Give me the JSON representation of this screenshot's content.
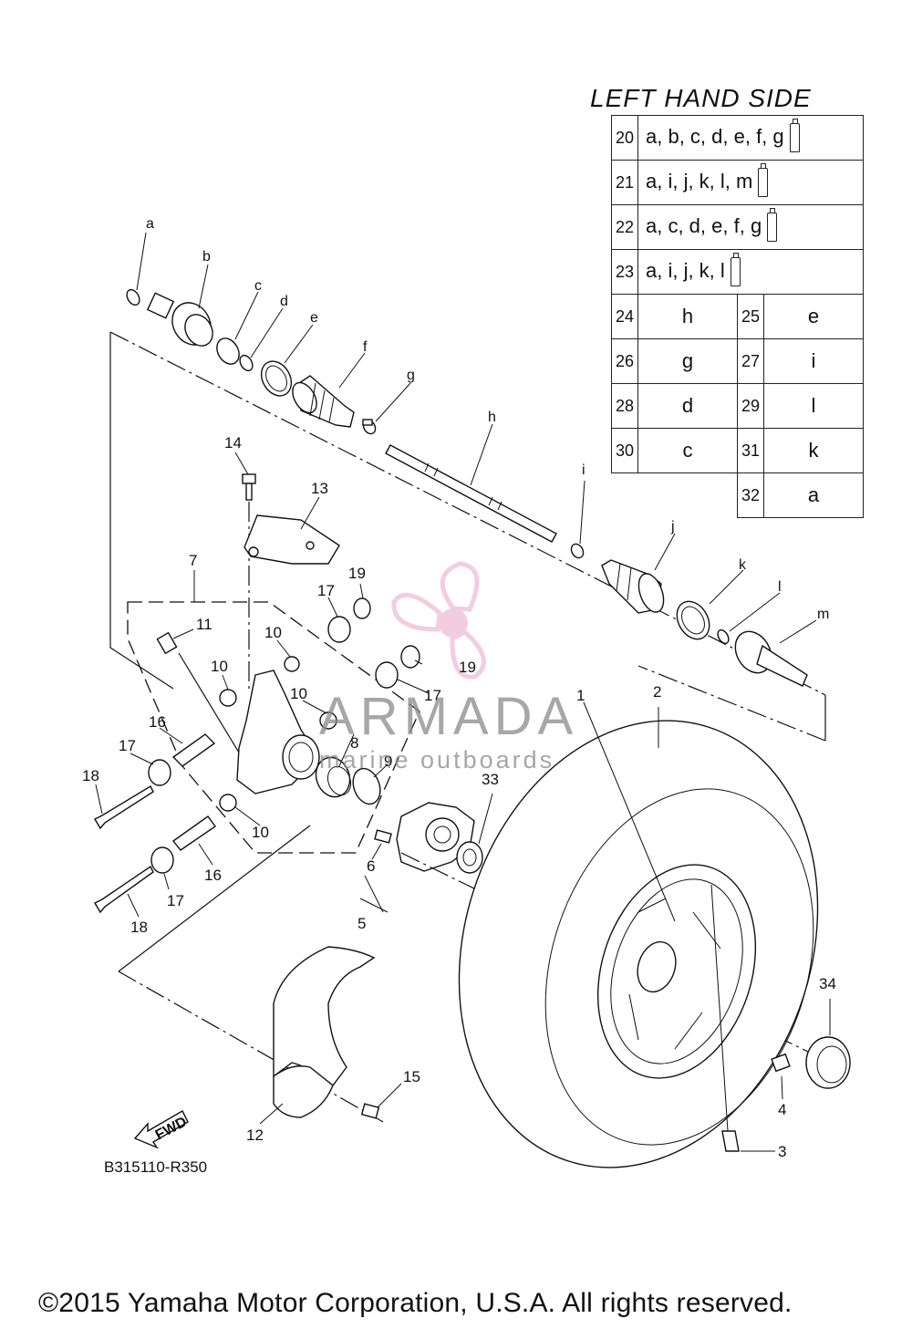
{
  "legend": {
    "title": "LEFT HAND SIDE",
    "rows_wide": [
      {
        "num": "20",
        "value": "a, b, c, d, e, f, g"
      },
      {
        "num": "21",
        "value": "a, i, j, k, l, m"
      },
      {
        "num": "22",
        "value": "a, c, d, e, f, g"
      },
      {
        "num": "23",
        "value": "a, i, j, k, l"
      }
    ],
    "rows_pair": [
      {
        "num1": "24",
        "val1": "h",
        "num2": "25",
        "val2": "e"
      },
      {
        "num1": "26",
        "val1": "g",
        "num2": "27",
        "val2": "i"
      },
      {
        "num1": "28",
        "val1": "d",
        "num2": "29",
        "val2": "l"
      },
      {
        "num1": "30",
        "val1": "c",
        "num2": "31",
        "val2": "k"
      }
    ],
    "last_row": {
      "num": "32",
      "value": "a"
    },
    "grease_icon": "grease-tube-icon"
  },
  "letters": [
    "a",
    "b",
    "c",
    "d",
    "e",
    "f",
    "g",
    "h",
    "i",
    "j",
    "k",
    "l",
    "m"
  ],
  "numbers": {
    "n1": "1",
    "n2": "2",
    "n3": "3",
    "n4": "4",
    "n5": "5",
    "n6": "6",
    "n7": "7",
    "n8": "8",
    "n9": "9",
    "n10": "10",
    "n11": "11",
    "n12": "12",
    "n13": "13",
    "n14": "14",
    "n15": "15",
    "n16": "16",
    "n17": "17",
    "n18": "18",
    "n19": "19",
    "n33": "33",
    "n34": "34"
  },
  "fwd_label": "FWD",
  "diagram_code": "B315110-R350",
  "watermark": {
    "brand": "ARMADA",
    "sub": "marine outboards",
    "accent": "#e8a6c8"
  },
  "copyright": "©2015 Yamaha Motor Corporation, U.S.A. All rights reserved."
}
